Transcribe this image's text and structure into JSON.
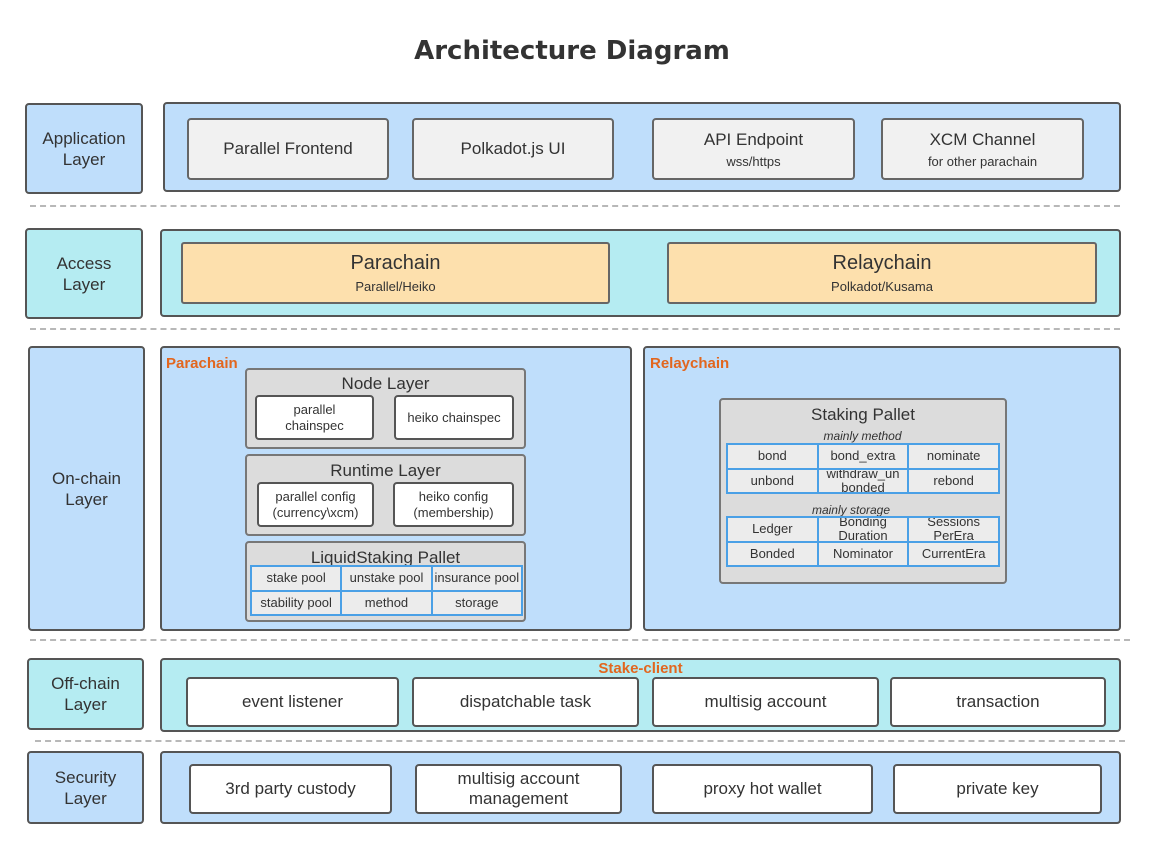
{
  "title": "Architecture Diagram",
  "layers": {
    "application": {
      "label_1": "Application",
      "label_2": "Layer",
      "items": [
        {
          "title": "Parallel Frontend",
          "sub": ""
        },
        {
          "title": "Polkadot.js UI",
          "sub": ""
        },
        {
          "title": "API Endpoint",
          "sub": "wss/https"
        },
        {
          "title": "XCM Channel",
          "sub": "for other parachain"
        }
      ]
    },
    "access": {
      "label_1": "Access",
      "label_2": "Layer",
      "items": [
        {
          "title": "Parachain",
          "sub": "Parallel/Heiko"
        },
        {
          "title": "Relaychain",
          "sub": "Polkadot/Kusama"
        }
      ]
    },
    "onchain": {
      "label_1": "On-chain",
      "label_2": "Layer",
      "parachain": {
        "title": "Parachain",
        "node_layer": {
          "title": "Node Layer",
          "items": [
            "parallel chainspec",
            "heiko chainspec"
          ]
        },
        "runtime_layer": {
          "title": "Runtime Layer",
          "items": [
            {
              "line1": "parallel config",
              "line2": "(currency\\xcm)"
            },
            {
              "line1": "heiko config",
              "line2": "(membership)"
            }
          ]
        },
        "liquid_staking": {
          "title": "LiquidStaking Pallet",
          "cells": [
            "stake pool",
            "unstake pool",
            "insurance pool",
            "stability pool",
            "method",
            "storage"
          ]
        }
      },
      "relaychain": {
        "title": "Relaychain",
        "staking_pallet": {
          "title": "Staking Pallet",
          "method_label": "mainly method",
          "methods": [
            "bond",
            "bond_extra",
            "nominate",
            "unbond",
            "withdraw_unbonded",
            "rebond"
          ],
          "storage_label": "mainly storage",
          "storage": [
            "Ledger",
            "Bonding Duration",
            "Sessions PerEra",
            "Bonded",
            "Nominator",
            "CurrentEra"
          ]
        }
      }
    },
    "offchain": {
      "label_1": "Off-chain",
      "label_2": "Layer",
      "title": "Stake-client",
      "items": [
        "event listener",
        "dispatchable task",
        "multisig account",
        "transaction"
      ]
    },
    "security": {
      "label_1": "Security",
      "label_2": "Layer",
      "items": [
        "3rd party custody",
        "multisig account management",
        "proxy hot wallet",
        "private key"
      ]
    }
  },
  "colors": {
    "blue_fill": "#bfdefb",
    "cyan_fill": "#b5ecf2",
    "orange_fill": "#fde0ad",
    "accent_text": "#e2661e",
    "grid_line": "#4aa0e6"
  }
}
